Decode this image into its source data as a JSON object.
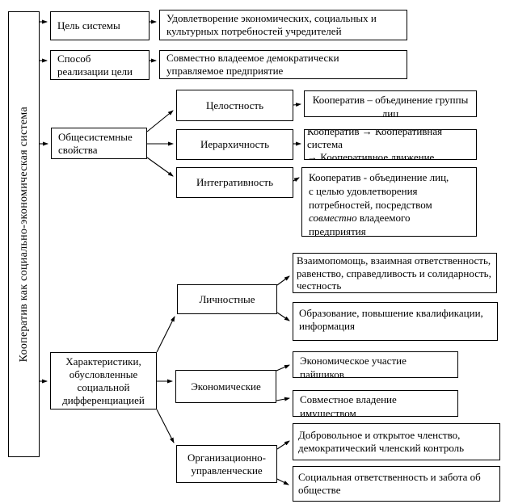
{
  "root": {
    "label": "Кооператив как социально-экономическая система"
  },
  "goal": {
    "label": "Цель системы",
    "content": "Удовлетворение экономических, социальных и\nкультурных потребностей учредителей"
  },
  "method": {
    "label": "Способ\nреализации цели",
    "content": "Совместно владеемое демократически\nуправляемое предприятие"
  },
  "system_properties": {
    "label": "Общесистемные\nсвойства",
    "items": [
      {
        "label": "Целостность",
        "content": "Кооператив – объединение группы\nлиц"
      },
      {
        "label": "Иерархичность",
        "content": "Кооператив → Кооперативная система\n→ Кооперативное движение"
      },
      {
        "label": "Интегративность",
        "content_prefix": "Кооператив - объединение лиц,\nс целью удовлетворения\nпотребностей, посредством\n",
        "content_italic": "совместно",
        "content_suffix": " владеемого\nпредприятия"
      }
    ]
  },
  "characteristics": {
    "label": "Характеристики,\nобусловленные\nсоциальной\nдифференциацией",
    "items": [
      {
        "label": "Личностные",
        "content_top": "Взаимопомощь, взаимная ответственность,\nравенство, справедливость и солидарность,\nчестность",
        "content_bottom": "Образование, повышение квалификации,\nинформация"
      },
      {
        "label": "Экономические",
        "content_top": "Экономическое участие\nпайщиков",
        "content_bottom": "Совместное владение\nимуществом"
      },
      {
        "label": "Организационно-\nуправленческие",
        "content_top": "Добровольное и открытое членство,\nдемократический членский контроль",
        "content_bottom": "Социальная ответственность и забота об\nобществе"
      }
    ]
  },
  "colors": {
    "border": "#000000",
    "background": "#ffffff",
    "text": "#000000"
  }
}
